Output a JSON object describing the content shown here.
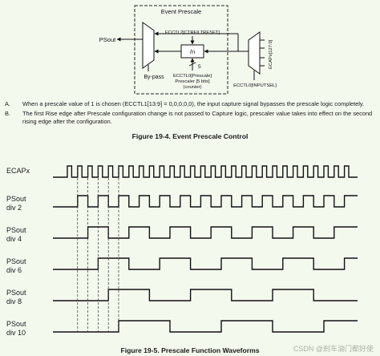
{
  "block": {
    "title": "Event Prescale",
    "psout": "PSout",
    "bypass": "By-pass",
    "ctrl_reg": "ECCTL2[CTRFILTRESET]",
    "divider": "/n",
    "bus_width": "5",
    "prescale_reg": "ECCTL0[Prescale]",
    "prescale_bits": "Prescaler [5 bits]",
    "prescale_counter": "(counter)",
    "ecap_input": "ECAPx[127:0]",
    "input_sel": "ECCTL0[INPUTSEL]"
  },
  "notes": [
    {
      "label": "A.",
      "text": "When a prescale value of 1 is chosen (ECCTL1[13:9] = 0,0,0,0,0), the input capture signal bypasses the prescale logic completely."
    },
    {
      "label": "B.",
      "text": "The first Rise edge after Prescale configuration change is not passed to Capture logic, prescaler value takes into effect on the second",
      "continuation": "rising edge after the configuration."
    }
  ],
  "figure_19_4_title": "Figure 19-4. Event Prescale Control",
  "figure_19_5_title": "Figure 19-5. Prescale Function Waveforms",
  "waveforms": [
    {
      "line1": "ECAPx",
      "line2": "",
      "divisor": 1
    },
    {
      "line1": "PSout",
      "line2": "div 2",
      "divisor": 2
    },
    {
      "line1": "PSout",
      "line2": "div 4",
      "divisor": 4
    },
    {
      "line1": "PSout",
      "line2": "div 6",
      "divisor": 6
    },
    {
      "line1": "PSout",
      "line2": "div 8",
      "divisor": 8
    },
    {
      "line1": "PSout",
      "line2": "div 10",
      "divisor": 10
    }
  ],
  "watermark": "CSDN @刹车油门都好使"
}
